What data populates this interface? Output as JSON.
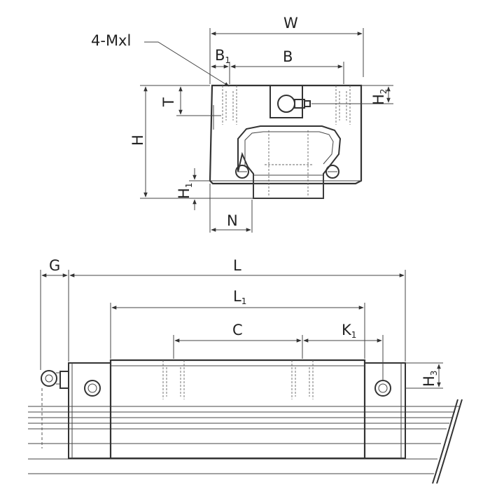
{
  "labels": {
    "mounting_holes": "4-Mxl",
    "W": "W",
    "B": "B",
    "B1_main": "B",
    "B1_sub": "1",
    "T": "T",
    "H": "H",
    "H1_main": "H",
    "H1_sub": "1",
    "H2_main": "H",
    "H2_sub": "2",
    "N": "N",
    "G": "G",
    "L": "L",
    "L1_main": "L",
    "L1_sub": "1",
    "C": "C",
    "K1_main": "K",
    "K1_sub": "1",
    "H3_main": "H",
    "H3_sub": "3"
  }
}
